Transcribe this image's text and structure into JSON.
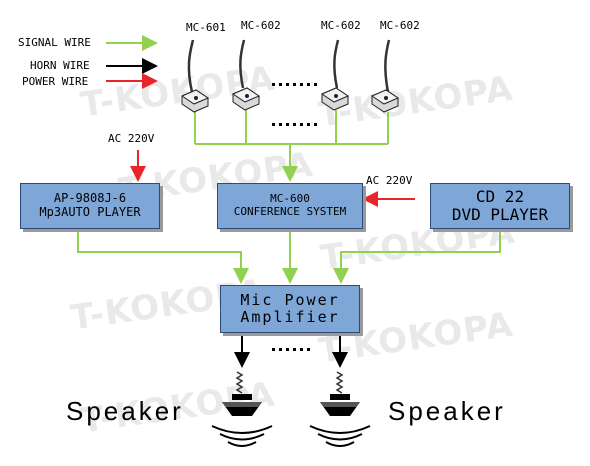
{
  "watermark": "T-KOKOPA",
  "legend": {
    "signal": "SIGNAL WIRE",
    "horn": "HORN WIRE",
    "power": "POWER WIRE"
  },
  "mics": [
    "MC-601",
    "MC-602",
    "MC-602",
    "MC-602"
  ],
  "ac_left": "AC 220V",
  "ac_right": "AC 220V",
  "boxes": {
    "ap": [
      "AP-9808J-6",
      "Mp3AUTO PLAYER"
    ],
    "mc600": [
      "MC-600",
      "CONFERENCE SYSTEM"
    ],
    "cd": [
      "CD 22",
      "DVD PLAYER"
    ],
    "amp": [
      "Mic Power",
      "Amplifier"
    ]
  },
  "speakers": [
    "Speaker",
    "Speaker"
  ],
  "colors": {
    "signal": "#92d050",
    "horn": "#000000",
    "power": "#e8262a",
    "box": "#7ea7d8"
  }
}
